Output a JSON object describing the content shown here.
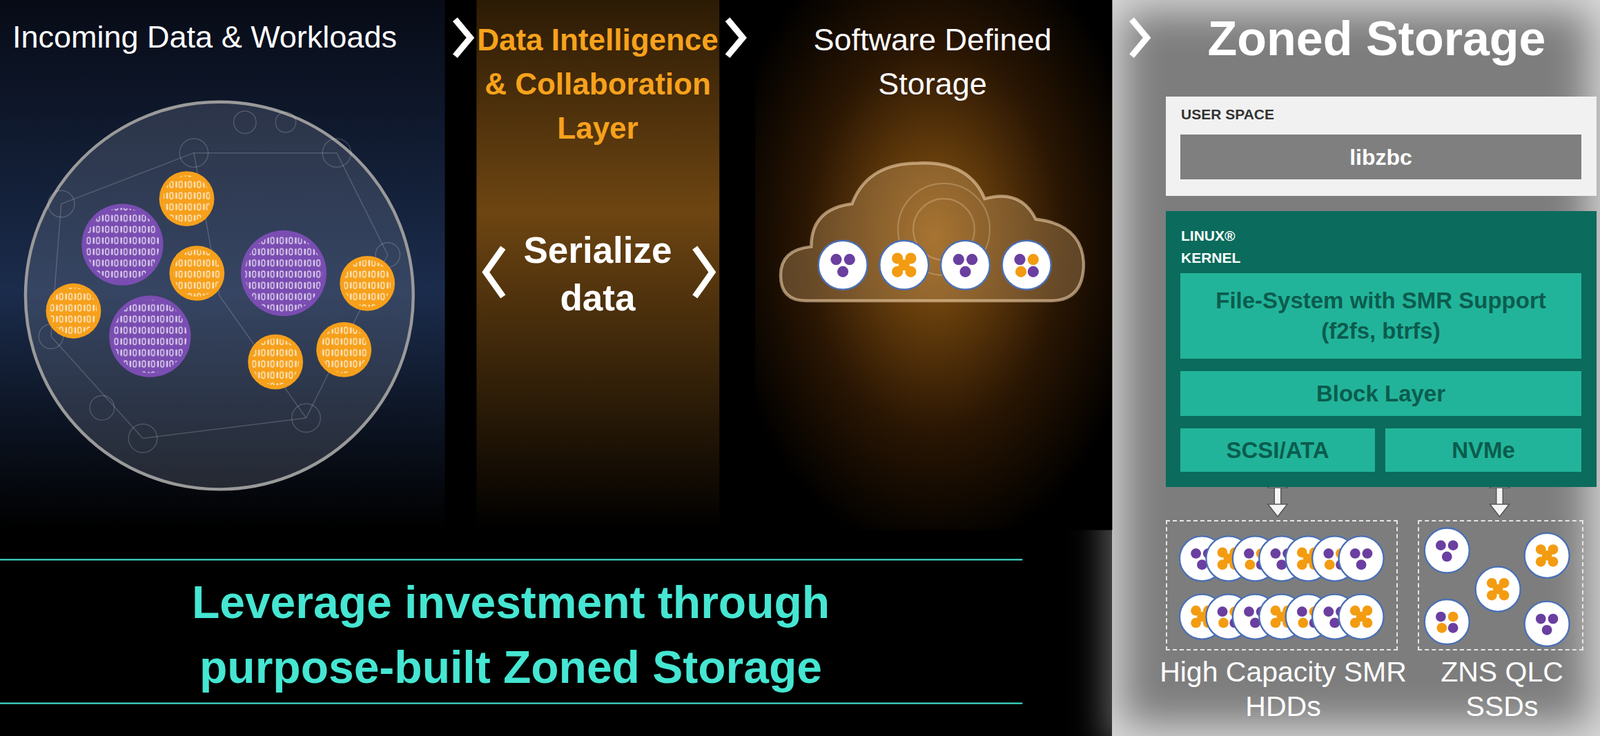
{
  "diagram": {
    "caption": "Leverage investment through purpose-built Zoned Storage",
    "nodes": [
      {
        "text": [
          "Incoming Data & Workloads"
        ]
      },
      {
        "text": [
          "Data Intelligence & Collaboration Layer",
          "Serialize data"
        ]
      },
      {
        "text": [
          "Software Defined Storage"
        ]
      },
      {
        "text": [
          "Zoned Storage"
        ]
      },
      {
        "text": [
          "USER SPACE"
        ],
        "in": 3
      },
      {
        "text": [
          "libzbc"
        ],
        "in": 4
      },
      {
        "text": [
          "LINUX® KERNEL"
        ],
        "in": 3
      },
      {
        "text": [
          "File-System with SMR Support (f2fs, btrfs)"
        ],
        "in": 6
      },
      {
        "text": [
          "Block Layer"
        ],
        "in": 6
      },
      {
        "text": [
          "SCSI/ATA"
        ],
        "in": 6
      },
      {
        "text": [
          "NVMe"
        ],
        "in": 6
      },
      {
        "text": [
          "High Capacity SMR HDDs"
        ],
        "in": 3
      },
      {
        "text": [
          "ZNS QLC SSDs"
        ],
        "in": 3
      }
    ],
    "edges": [
      {
        "from": 9,
        "to": 11,
        "arrow": "both"
      },
      {
        "from": 10,
        "to": 12,
        "arrow": "both"
      }
    ]
  }
}
